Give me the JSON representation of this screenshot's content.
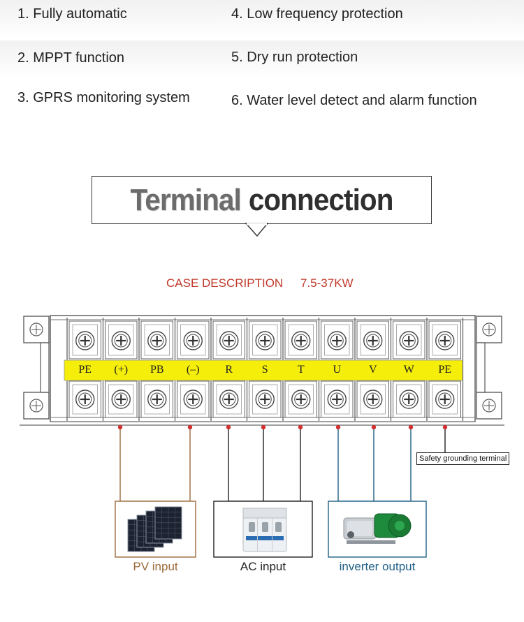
{
  "features": {
    "f1": "1. Fully automatic",
    "f2": "2. MPPT function",
    "f3": "3. GPRS monitoring system",
    "f4": "4. Low frequency protection",
    "f5": "5. Dry run protection",
    "f6": "6. Water level detect and alarm function"
  },
  "title": {
    "word1": "Terminal",
    "word2": "connection"
  },
  "case_description": {
    "label": "CASE DESCRIPTION",
    "range": "7.5-37KW"
  },
  "terminals": [
    "PE",
    "(+)",
    "PB",
    "(–)",
    "R",
    "S",
    "T",
    "U",
    "V",
    "W",
    "PE"
  ],
  "boxes": {
    "pv": {
      "caption": "PV input",
      "color": "#9b6a3a"
    },
    "ac": {
      "caption": "AC input",
      "color": "#222222"
    },
    "inverter": {
      "caption": "inverter output",
      "color": "#1f5f86"
    }
  },
  "safety_label": "Safety grounding terminal",
  "colors": {
    "strip": "#f5ee0a",
    "case_text": "#c0392b",
    "dot": "#d03030"
  },
  "icons": [
    "solar-panels-icon",
    "circuit-breaker-icon",
    "water-pump-icon"
  ]
}
